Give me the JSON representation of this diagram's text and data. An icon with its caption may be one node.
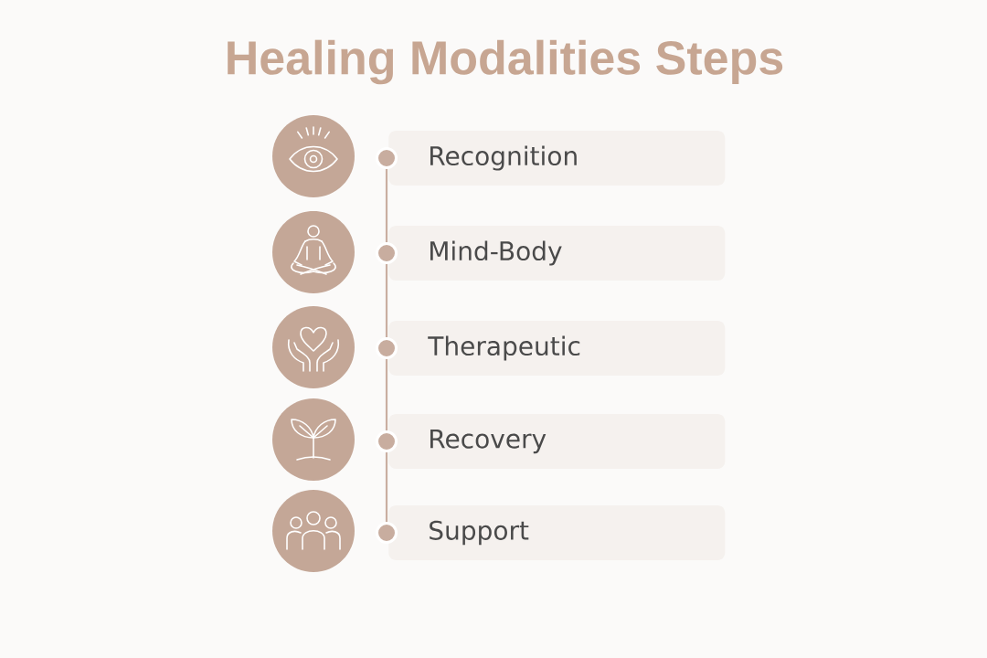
{
  "diagram": {
    "title": "Healing Modalities Steps",
    "nodes": [
      {
        "text": [],
        "shape": "circle"
      },
      {
        "text": [
          "Recognition"
        ]
      },
      {
        "text": [],
        "shape": "circle"
      },
      {
        "text": [
          "Mind-Body"
        ]
      },
      {
        "text": [],
        "shape": "circle"
      },
      {
        "text": [
          "Therapeutic"
        ]
      },
      {
        "text": [],
        "shape": "circle"
      },
      {
        "text": [
          "Recovery"
        ]
      },
      {
        "text": [],
        "shape": "circle"
      },
      {
        "text": [
          "Support"
        ]
      }
    ],
    "edges": [
      {
        "from": 0,
        "to": 2,
        "arrow": "none"
      },
      {
        "from": 2,
        "to": 4,
        "arrow": "none"
      },
      {
        "from": 4,
        "to": 6,
        "arrow": "none"
      },
      {
        "from": 6,
        "to": 8,
        "arrow": "none"
      }
    ]
  }
}
